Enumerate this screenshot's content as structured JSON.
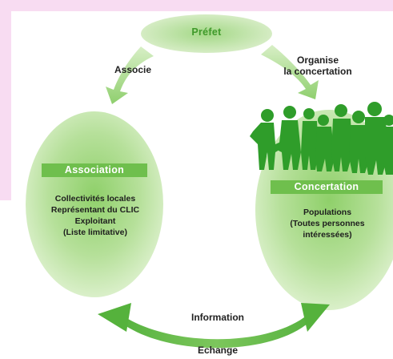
{
  "colors": {
    "background_accent": "#f8dcf2",
    "green_light": "#cfe9b6",
    "green_mid": "#8ccc6a",
    "green_dark": "#48a832",
    "silhouette": "#2f9d2a"
  },
  "nodes": {
    "prefet": {
      "label": "Préfet"
    },
    "association": {
      "label": "Association",
      "lines": [
        "Collectivités locales",
        "Représentant du CLIC",
        "Exploitant",
        "(Liste limitative)"
      ]
    },
    "concertation": {
      "label": "Concertation",
      "lines": [
        "Populations",
        "(Toutes personnes",
        "intéressées)"
      ]
    }
  },
  "edges": {
    "associe": {
      "label": "Associe"
    },
    "organise": {
      "lines": [
        "Organise",
        "la concertation"
      ]
    },
    "information": {
      "label": "Information"
    },
    "echange": {
      "label": "Echange"
    }
  },
  "icons": {
    "people": "crowd-silhouette-icon"
  }
}
